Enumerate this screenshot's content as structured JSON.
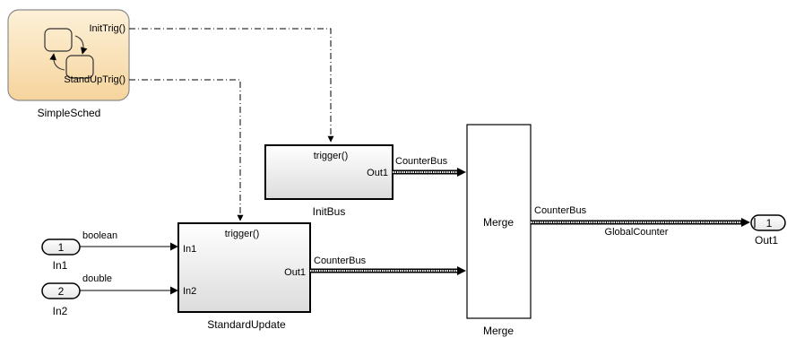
{
  "diagram": {
    "chart_block": {
      "name": "SimpleSched",
      "ports": [
        "InitTrig()",
        "StandUpTrig()"
      ]
    },
    "init_bus": {
      "name": "InitBus",
      "trigger": "trigger()",
      "out_port": "Out1"
    },
    "standard_update": {
      "name": "StandardUpdate",
      "trigger": "trigger()",
      "in_ports": [
        "In1",
        "In2"
      ],
      "out_port": "Out1"
    },
    "merge": {
      "label": "Merge",
      "name": "Merge"
    },
    "inports": [
      {
        "number": "1",
        "name": "In1",
        "signal_type": "boolean"
      },
      {
        "number": "2",
        "name": "In2",
        "signal_type": "double"
      }
    ],
    "outport": {
      "number": "1",
      "name": "Out1"
    },
    "signals": {
      "init_bus_out": "CounterBus",
      "update_out": "CounterBus",
      "merge_out": "CounterBus",
      "merge_out_name": "GlobalCounter"
    }
  }
}
